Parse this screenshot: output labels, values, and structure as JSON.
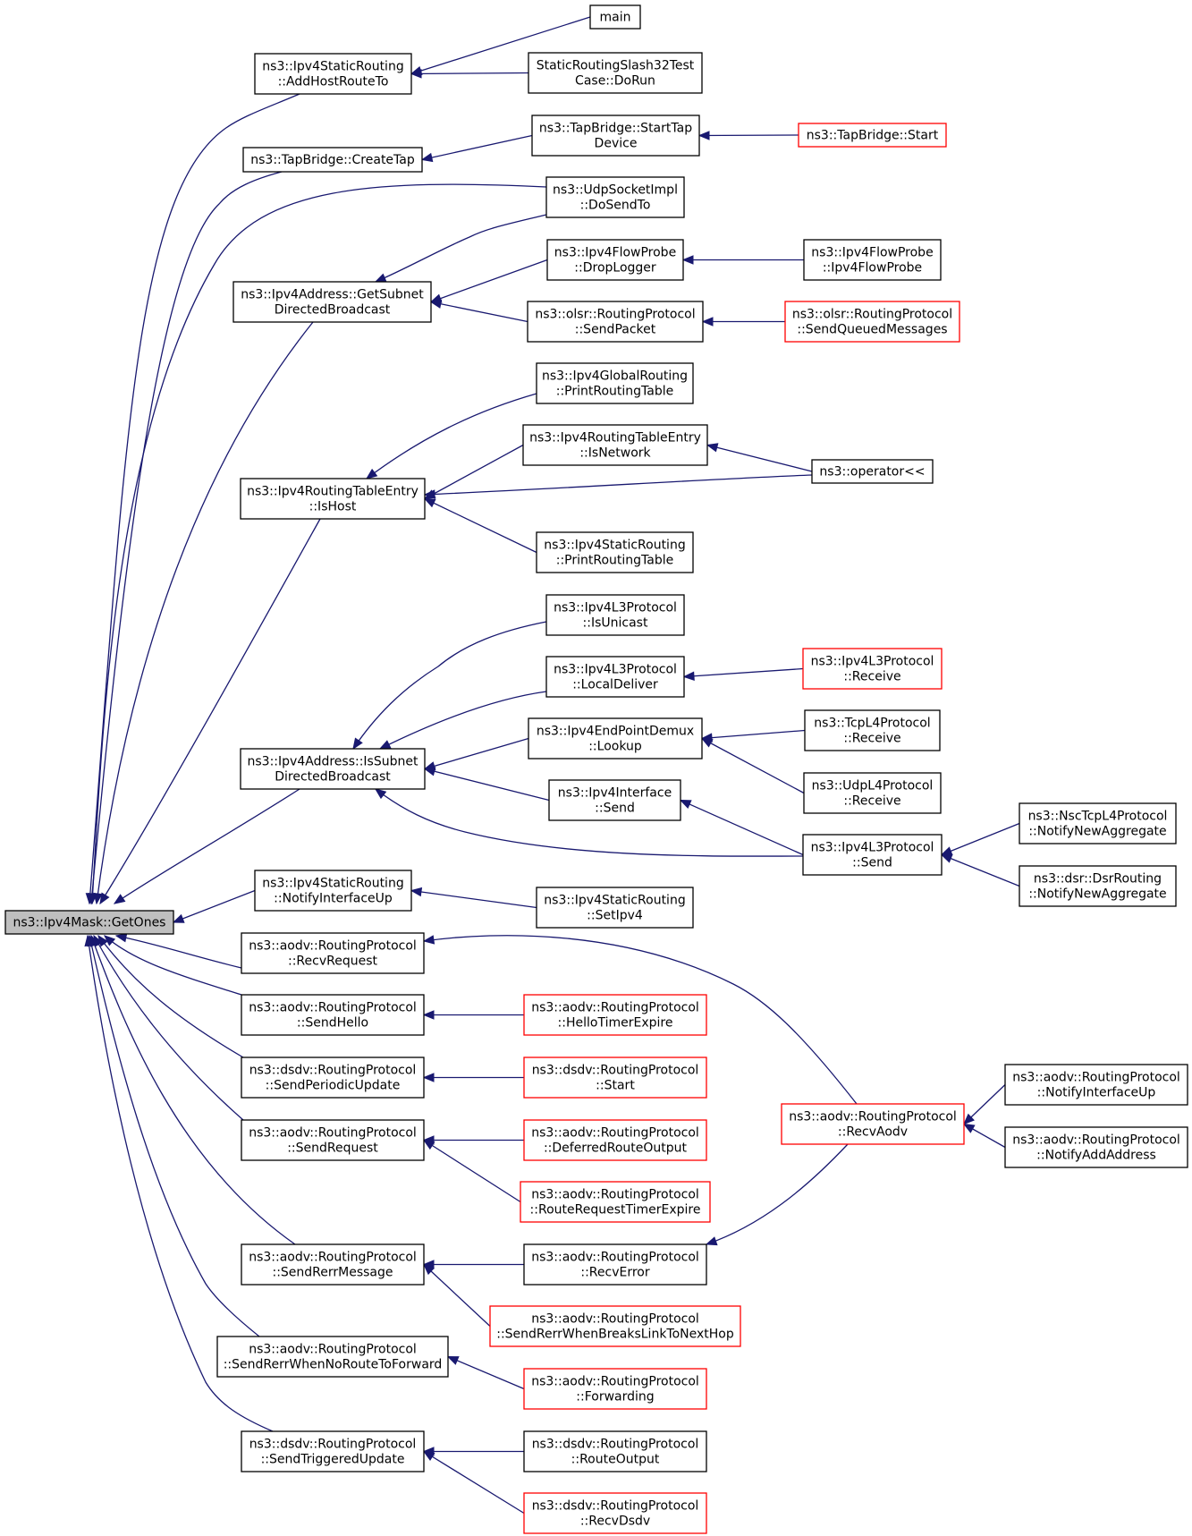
{
  "colors": {
    "edge": "#191970",
    "node_border": "#000000",
    "node_border_incomplete": "#ff0000",
    "root_fill": "#bfbfbf",
    "node_fill": "#ffffff",
    "text": "#000000"
  },
  "nodes": [
    {
      "id": "getones",
      "lines": [
        "ns3::Ipv4Mask::GetOnes"
      ],
      "style": "root"
    },
    {
      "id": "addhostrouteto",
      "lines": [
        "ns3::Ipv4StaticRouting",
        "::AddHostRouteTo"
      ],
      "style": "normal"
    },
    {
      "id": "createtap",
      "lines": [
        "ns3::TapBridge::CreateTap"
      ],
      "style": "normal"
    },
    {
      "id": "getsubnetdb",
      "lines": [
        "ns3::Ipv4Address::GetSubnet",
        "DirectedBroadcast"
      ],
      "style": "normal"
    },
    {
      "id": "ishost",
      "lines": [
        "ns3::Ipv4RoutingTableEntry",
        "::IsHost"
      ],
      "style": "normal"
    },
    {
      "id": "issubnetdb",
      "lines": [
        "ns3::Ipv4Address::IsSubnet",
        "DirectedBroadcast"
      ],
      "style": "normal"
    },
    {
      "id": "notifyifup",
      "lines": [
        "ns3::Ipv4StaticRouting",
        "::NotifyInterfaceUp"
      ],
      "style": "normal"
    },
    {
      "id": "recvrequest",
      "lines": [
        "ns3::aodv::RoutingProtocol",
        "::RecvRequest"
      ],
      "style": "normal"
    },
    {
      "id": "sendhello",
      "lines": [
        "ns3::aodv::RoutingProtocol",
        "::SendHello"
      ],
      "style": "normal"
    },
    {
      "id": "sendperiodic",
      "lines": [
        "ns3::dsdv::RoutingProtocol",
        "::SendPeriodicUpdate"
      ],
      "style": "normal"
    },
    {
      "id": "sendrequest",
      "lines": [
        "ns3::aodv::RoutingProtocol",
        "::SendRequest"
      ],
      "style": "normal"
    },
    {
      "id": "sendrerrmsg",
      "lines": [
        "ns3::aodv::RoutingProtocol",
        "::SendRerrMessage"
      ],
      "style": "normal"
    },
    {
      "id": "sendrerrnoroute",
      "lines": [
        "ns3::aodv::RoutingProtocol",
        "::SendRerrWhenNoRouteToForward"
      ],
      "style": "normal"
    },
    {
      "id": "sendtriggered",
      "lines": [
        "ns3::dsdv::RoutingProtocol",
        "::SendTriggeredUpdate"
      ],
      "style": "normal"
    },
    {
      "id": "main",
      "lines": [
        "main"
      ],
      "style": "normal"
    },
    {
      "id": "slash32",
      "lines": [
        "StaticRoutingSlash32Test",
        "Case::DoRun"
      ],
      "style": "normal"
    },
    {
      "id": "starttapdevice",
      "lines": [
        "ns3::TapBridge::StartTap",
        "Device"
      ],
      "style": "normal"
    },
    {
      "id": "tapstart",
      "lines": [
        "ns3::TapBridge::Start"
      ],
      "style": "red"
    },
    {
      "id": "udpdosendto",
      "lines": [
        "ns3::UdpSocketImpl",
        "::DoSendTo"
      ],
      "style": "normal"
    },
    {
      "id": "droplogger",
      "lines": [
        "ns3::Ipv4FlowProbe",
        "::DropLogger"
      ],
      "style": "normal"
    },
    {
      "id": "flowprobe",
      "lines": [
        "ns3::Ipv4FlowProbe",
        "::Ipv4FlowProbe"
      ],
      "style": "normal"
    },
    {
      "id": "olsrsendpacket",
      "lines": [
        "ns3::olsr::RoutingProtocol",
        "::SendPacket"
      ],
      "style": "normal"
    },
    {
      "id": "olsrqueued",
      "lines": [
        "ns3::olsr::RoutingProtocol",
        "::SendQueuedMessages"
      ],
      "style": "red"
    },
    {
      "id": "globalprint",
      "lines": [
        "ns3::Ipv4GlobalRouting",
        "::PrintRoutingTable"
      ],
      "style": "normal"
    },
    {
      "id": "isnetwork",
      "lines": [
        "ns3::Ipv4RoutingTableEntry",
        "::IsNetwork"
      ],
      "style": "normal"
    },
    {
      "id": "operatorlt",
      "lines": [
        "ns3::operator<<"
      ],
      "style": "normal"
    },
    {
      "id": "staticprint",
      "lines": [
        "ns3::Ipv4StaticRouting",
        "::PrintRoutingTable"
      ],
      "style": "normal"
    },
    {
      "id": "isunicast",
      "lines": [
        "ns3::Ipv4L3Protocol",
        "::IsUnicast"
      ],
      "style": "normal"
    },
    {
      "id": "localdeliver",
      "lines": [
        "ns3::Ipv4L3Protocol",
        "::LocalDeliver"
      ],
      "style": "normal"
    },
    {
      "id": "l3receive",
      "lines": [
        "ns3::Ipv4L3Protocol",
        "::Receive"
      ],
      "style": "red"
    },
    {
      "id": "demuxlookup",
      "lines": [
        "ns3::Ipv4EndPointDemux",
        "::Lookup"
      ],
      "style": "normal"
    },
    {
      "id": "tcpreceive",
      "lines": [
        "ns3::TcpL4Protocol",
        "::Receive"
      ],
      "style": "normal"
    },
    {
      "id": "udpreceive",
      "lines": [
        "ns3::UdpL4Protocol",
        "::Receive"
      ],
      "style": "normal"
    },
    {
      "id": "ifsend",
      "lines": [
        "ns3::Ipv4Interface",
        "::Send"
      ],
      "style": "normal"
    },
    {
      "id": "l3send",
      "lines": [
        "ns3::Ipv4L3Protocol",
        "::Send"
      ],
      "style": "normal"
    },
    {
      "id": "nsctcp",
      "lines": [
        "ns3::NscTcpL4Protocol",
        "::NotifyNewAggregate"
      ],
      "style": "normal"
    },
    {
      "id": "dsrnotify",
      "lines": [
        "ns3::dsr::DsrRouting",
        "::NotifyNewAggregate"
      ],
      "style": "normal"
    },
    {
      "id": "setipv4",
      "lines": [
        "ns3::Ipv4StaticRouting",
        "::SetIpv4"
      ],
      "style": "normal"
    },
    {
      "id": "hellotimer",
      "lines": [
        "ns3::aodv::RoutingProtocol",
        "::HelloTimerExpire"
      ],
      "style": "red"
    },
    {
      "id": "dsdvstart",
      "lines": [
        "ns3::dsdv::RoutingProtocol",
        "::Start"
      ],
      "style": "red"
    },
    {
      "id": "deferred",
      "lines": [
        "ns3::aodv::RoutingProtocol",
        "::DeferredRouteOutput"
      ],
      "style": "red"
    },
    {
      "id": "routereqtimer",
      "lines": [
        "ns3::aodv::RoutingProtocol",
        "::RouteRequestTimerExpire"
      ],
      "style": "red"
    },
    {
      "id": "recverror",
      "lines": [
        "ns3::aodv::RoutingProtocol",
        "::RecvError"
      ],
      "style": "normal"
    },
    {
      "id": "sendrerrbreaks",
      "lines": [
        "ns3::aodv::RoutingProtocol",
        "::SendRerrWhenBreaksLinkToNextHop"
      ],
      "style": "red"
    },
    {
      "id": "forwarding",
      "lines": [
        "ns3::aodv::RoutingProtocol",
        "::Forwarding"
      ],
      "style": "red"
    },
    {
      "id": "routeoutput",
      "lines": [
        "ns3::dsdv::RoutingProtocol",
        "::RouteOutput"
      ],
      "style": "normal"
    },
    {
      "id": "recvdsdv",
      "lines": [
        "ns3::dsdv::RoutingProtocol",
        "::RecvDsdv"
      ],
      "style": "red"
    },
    {
      "id": "recvaodv",
      "lines": [
        "ns3::aodv::RoutingProtocol",
        "::RecvAodv"
      ],
      "style": "red"
    },
    {
      "id": "aodvnotifyifup",
      "lines": [
        "ns3::aodv::RoutingProtocol",
        "::NotifyInterfaceUp"
      ],
      "style": "normal"
    },
    {
      "id": "aodvnotifyaddr",
      "lines": [
        "ns3::aodv::RoutingProtocol",
        "::NotifyAddAddress"
      ],
      "style": "normal"
    }
  ],
  "edges": [
    [
      "addhostrouteto",
      "getones"
    ],
    [
      "createtap",
      "getones"
    ],
    [
      "udpdosendto",
      "getones"
    ],
    [
      "getsubnetdb",
      "getones"
    ],
    [
      "ishost",
      "getones"
    ],
    [
      "issubnetdb",
      "getones"
    ],
    [
      "notifyifup",
      "getones"
    ],
    [
      "recvrequest",
      "getones"
    ],
    [
      "sendhello",
      "getones"
    ],
    [
      "sendperiodic",
      "getones"
    ],
    [
      "sendrequest",
      "getones"
    ],
    [
      "sendrerrmsg",
      "getones"
    ],
    [
      "sendrerrnoroute",
      "getones"
    ],
    [
      "sendtriggered",
      "getones"
    ],
    [
      "main",
      "addhostrouteto"
    ],
    [
      "slash32",
      "addhostrouteto"
    ],
    [
      "starttapdevice",
      "createtap"
    ],
    [
      "tapstart",
      "starttapdevice"
    ],
    [
      "udpdosendto",
      "getsubnetdb"
    ],
    [
      "droplogger",
      "getsubnetdb"
    ],
    [
      "olsrsendpacket",
      "getsubnetdb"
    ],
    [
      "flowprobe",
      "droplogger"
    ],
    [
      "olsrqueued",
      "olsrsendpacket"
    ],
    [
      "globalprint",
      "ishost"
    ],
    [
      "isnetwork",
      "ishost"
    ],
    [
      "operatorlt",
      "ishost"
    ],
    [
      "staticprint",
      "ishost"
    ],
    [
      "operatorlt",
      "isnetwork"
    ],
    [
      "isunicast",
      "issubnetdb"
    ],
    [
      "localdeliver",
      "issubnetdb"
    ],
    [
      "demuxlookup",
      "issubnetdb"
    ],
    [
      "ifsend",
      "issubnetdb"
    ],
    [
      "l3send",
      "issubnetdb"
    ],
    [
      "l3receive",
      "localdeliver"
    ],
    [
      "tcpreceive",
      "demuxlookup"
    ],
    [
      "udpreceive",
      "demuxlookup"
    ],
    [
      "l3send",
      "ifsend"
    ],
    [
      "nsctcp",
      "l3send"
    ],
    [
      "dsrnotify",
      "l3send"
    ],
    [
      "setipv4",
      "notifyifup"
    ],
    [
      "recvaodv",
      "recvrequest"
    ],
    [
      "hellotimer",
      "sendhello"
    ],
    [
      "dsdvstart",
      "sendperiodic"
    ],
    [
      "deferred",
      "sendrequest"
    ],
    [
      "routereqtimer",
      "sendrequest"
    ],
    [
      "recverror",
      "sendrerrmsg"
    ],
    [
      "sendrerrbreaks",
      "sendrerrmsg"
    ],
    [
      "recvaodv",
      "recverror"
    ],
    [
      "forwarding",
      "sendrerrnoroute"
    ],
    [
      "routeoutput",
      "sendtriggered"
    ],
    [
      "recvdsdv",
      "sendtriggered"
    ],
    [
      "aodvnotifyifup",
      "recvaodv"
    ],
    [
      "aodvnotifyaddr",
      "recvaodv"
    ]
  ]
}
